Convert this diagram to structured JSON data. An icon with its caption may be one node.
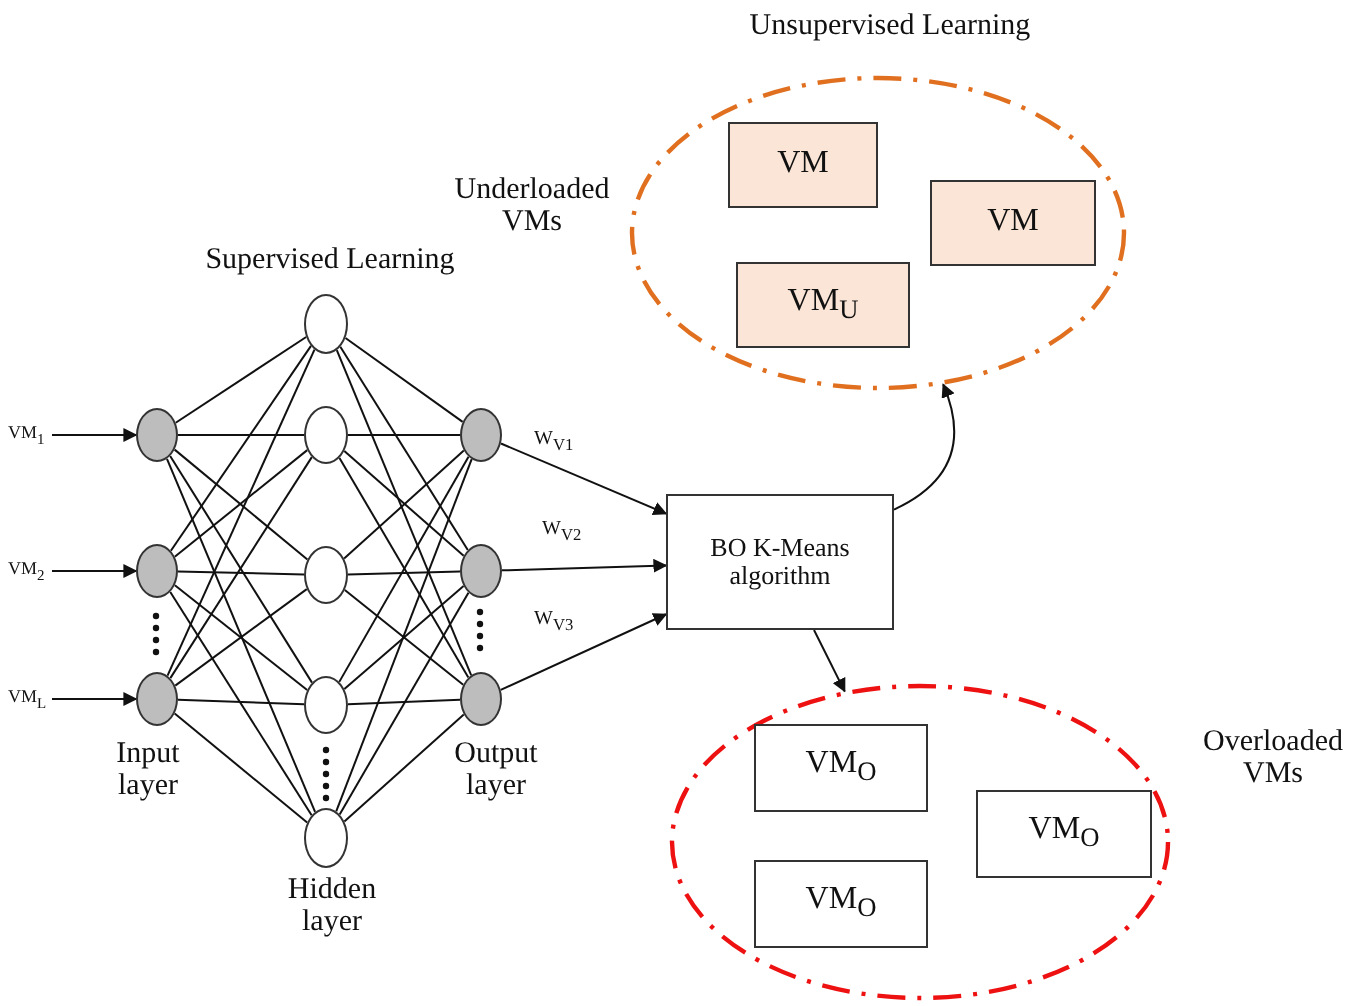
{
  "diagram": {
    "nodes": [
      {
        "text": [
          "VM$_{1}$"
        ]
      },
      {
        "text": [
          "VM$_{2}$"
        ]
      },
      {
        "text": [
          "VM$_{L}$"
        ]
      },
      {
        "text": [],
        "shape": "circle"
      },
      {
        "text": [],
        "shape": "circle"
      },
      {
        "text": [],
        "shape": "circle"
      },
      {
        "text": [],
        "shape": "circle"
      },
      {
        "text": [],
        "shape": "circle"
      },
      {
        "text": [],
        "shape": "circle"
      },
      {
        "text": [],
        "shape": "circle"
      },
      {
        "text": [],
        "shape": "circle"
      },
      {
        "text": [],
        "shape": "circle"
      },
      {
        "text": [],
        "shape": "circle"
      },
      {
        "text": [],
        "shape": "circle"
      },
      {
        "text": [
          "BO K-Means algorithm"
        ]
      },
      {
        "text": [],
        "shape": "ellipse",
        "beside": [
          "Underloaded VMs"
        ]
      },
      {
        "text": [
          "VM"
        ],
        "in": 15
      },
      {
        "text": [
          "VM"
        ],
        "in": 15
      },
      {
        "text": [
          "VM$_{U}$"
        ],
        "in": 15
      },
      {
        "text": [],
        "shape": "ellipse",
        "beside": [
          "Overloaded VMs"
        ]
      },
      {
        "text": [
          "VM$_{O}$"
        ],
        "in": 19
      },
      {
        "text": [
          "VM$_{O}$"
        ],
        "in": 19
      },
      {
        "text": [
          "VM$_{O}$"
        ],
        "in": 19
      }
    ],
    "edges": [
      {
        "from": 0,
        "to": 3,
        "arrow": "to"
      },
      {
        "from": 1,
        "to": 4,
        "arrow": "to"
      },
      {
        "from": 2,
        "to": 5,
        "arrow": "to"
      },
      {
        "from": 3,
        "to": 6,
        "arrow": "none"
      },
      {
        "from": 3,
        "to": 7,
        "arrow": "none"
      },
      {
        "from": 3,
        "to": 8,
        "arrow": "none"
      },
      {
        "from": 3,
        "to": 9,
        "arrow": "none"
      },
      {
        "from": 3,
        "to": 10,
        "arrow": "none"
      },
      {
        "from": 4,
        "to": 6,
        "arrow": "none"
      },
      {
        "from": 4,
        "to": 7,
        "arrow": "none"
      },
      {
        "from": 4,
        "to": 8,
        "arrow": "none"
      },
      {
        "from": 4,
        "to": 9,
        "arrow": "none"
      },
      {
        "from": 4,
        "to": 10,
        "arrow": "none"
      },
      {
        "from": 5,
        "to": 6,
        "arrow": "none"
      },
      {
        "from": 5,
        "to": 7,
        "arrow": "none"
      },
      {
        "from": 5,
        "to": 8,
        "arrow": "none"
      },
      {
        "from": 5,
        "to": 9,
        "arrow": "none"
      },
      {
        "from": 5,
        "to": 10,
        "arrow": "none"
      },
      {
        "from": 6,
        "to": 11,
        "arrow": "none"
      },
      {
        "from": 6,
        "to": 12,
        "arrow": "none"
      },
      {
        "from": 6,
        "to": 13,
        "arrow": "none"
      },
      {
        "from": 7,
        "to": 11,
        "arrow": "none"
      },
      {
        "from": 7,
        "to": 12,
        "arrow": "none"
      },
      {
        "from": 7,
        "to": 13,
        "arrow": "none"
      },
      {
        "from": 8,
        "to": 11,
        "arrow": "none"
      },
      {
        "from": 8,
        "to": 12,
        "arrow": "none"
      },
      {
        "from": 8,
        "to": 13,
        "arrow": "none"
      },
      {
        "from": 9,
        "to": 11,
        "arrow": "none"
      },
      {
        "from": 9,
        "to": 12,
        "arrow": "none"
      },
      {
        "from": 9,
        "to": 13,
        "arrow": "none"
      },
      {
        "from": 10,
        "to": 11,
        "arrow": "none"
      },
      {
        "from": 10,
        "to": 12,
        "arrow": "none"
      },
      {
        "from": 10,
        "to": 13,
        "arrow": "none"
      },
      {
        "from": 11,
        "to": 14,
        "arrow": "to",
        "label": "W$_{V1}$"
      },
      {
        "from": 12,
        "to": 14,
        "arrow": "to",
        "label": "W$_{V2}$"
      },
      {
        "from": 13,
        "to": 14,
        "arrow": "to",
        "label": "W$_{V3}$"
      },
      {
        "from": 14,
        "to": 15,
        "arrow": "to"
      },
      {
        "from": 14,
        "to": 19,
        "arrow": "to"
      }
    ],
    "labels": [
      "Unsupervised Learning",
      "Supervised Learning",
      "Input layer",
      "Output layer",
      "Hidden layer"
    ]
  }
}
